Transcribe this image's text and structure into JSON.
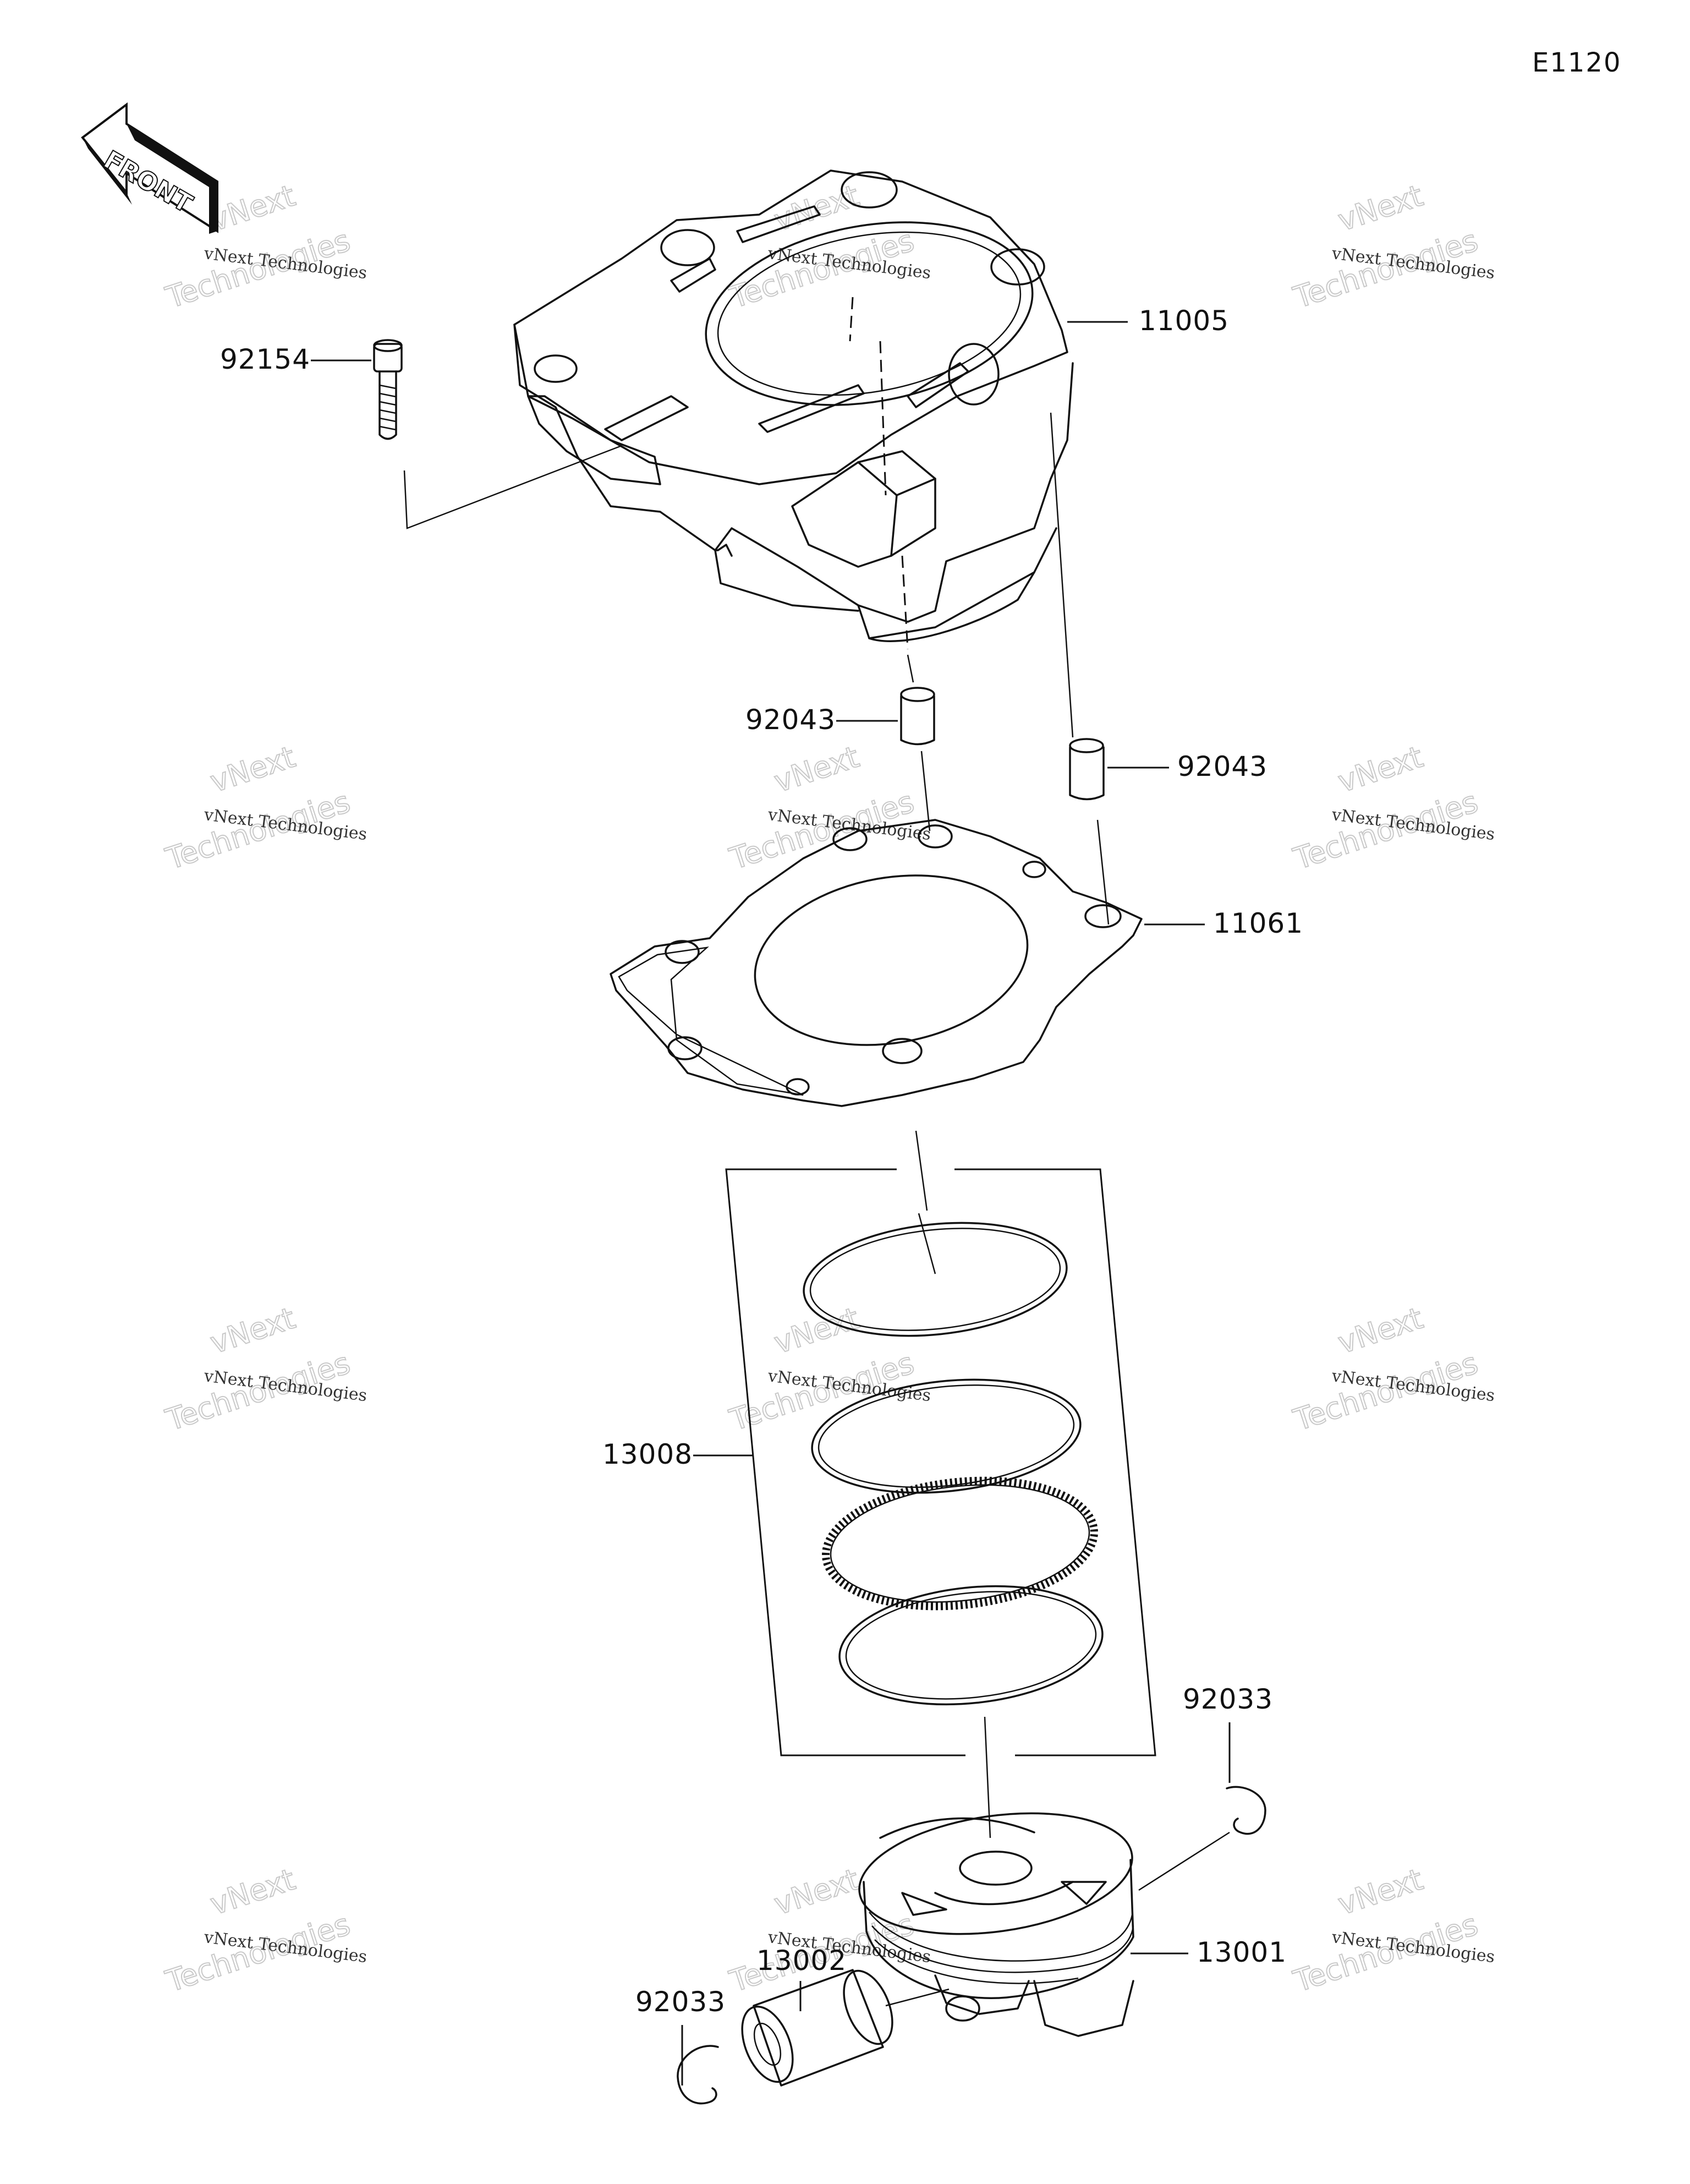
{
  "diagram_code": "E1120",
  "front_arrow": {
    "text": "FRONT"
  },
  "watermark": {
    "small": "vNext Technologies",
    "big_top": "vNext",
    "big_bottom": "Technologies"
  },
  "parts": [
    {
      "id": "cylinder",
      "number": "11005"
    },
    {
      "id": "bolt",
      "number": "92154"
    },
    {
      "id": "dowel-pin-left",
      "number": "92043"
    },
    {
      "id": "dowel-pin-right",
      "number": "92043"
    },
    {
      "id": "cylinder-gasket",
      "number": "11061"
    },
    {
      "id": "piston-ring-set",
      "number": "13008"
    },
    {
      "id": "circlip-right",
      "number": "92033"
    },
    {
      "id": "piston",
      "number": "13001"
    },
    {
      "id": "piston-pin",
      "number": "13002"
    },
    {
      "id": "circlip-left",
      "number": "92033"
    }
  ]
}
